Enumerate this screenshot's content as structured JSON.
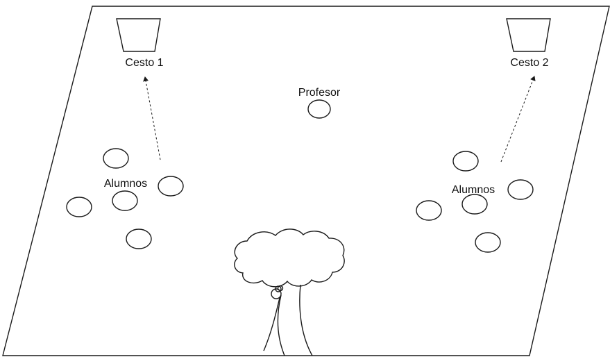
{
  "labels": {
    "basket_1": "Cesto 1",
    "basket_2": "Cesto 2",
    "teacher": "Profesor",
    "students_left": "Alumnos",
    "students_right": "Alumnos"
  },
  "colors": {
    "stroke": "#1a1a1a",
    "background": "#ffffff",
    "text": "#111111"
  }
}
